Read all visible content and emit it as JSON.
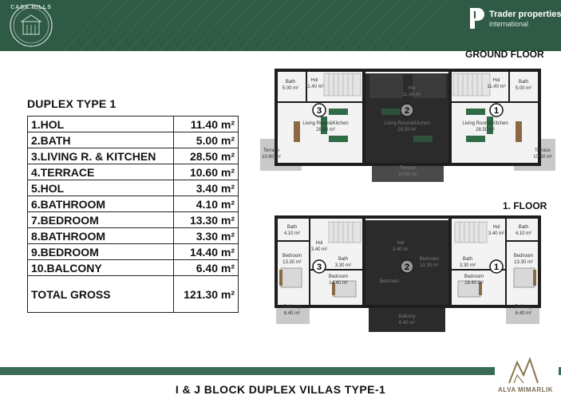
{
  "header": {
    "logo_text": "CASA HILLS",
    "brand_name": "Trader properties",
    "brand_sub": "international"
  },
  "duplex_title": "DUPLEX TYPE 1",
  "rooms": [
    {
      "name": "1.HOL",
      "area": "11.40 m²"
    },
    {
      "name": "2.BATH",
      "area": "5.00 m²"
    },
    {
      "name": "3.LIVING R. & KITCHEN",
      "area": "28.50 m²"
    },
    {
      "name": "4.TERRACE",
      "area": "10.60 m²"
    },
    {
      "name": "5.HOL",
      "area": "3.40 m²"
    },
    {
      "name": "6.BATHROOM",
      "area": "4.10 m²"
    },
    {
      "name": "7.BEDROOM",
      "area": "13.30 m²"
    },
    {
      "name": "8.BATHROOM",
      "area": "3.30 m²"
    },
    {
      "name": "9.BEDROOM",
      "area": "14.40 m²"
    },
    {
      "name": "10.BALCONY",
      "area": "6.40 m²"
    }
  ],
  "total": {
    "name": "TOTAL GROSS",
    "area": "121.30 m²"
  },
  "ground_floor": {
    "label": "GROUND FLOOR",
    "unit_numbers": [
      "3",
      "2",
      "1"
    ],
    "rooms": {
      "bath": "Bath",
      "bath_area": "5.00 m²",
      "hol": "Hol",
      "hol_area": "11.40 m²",
      "living": "Living Room&Kitchen",
      "living_area": "28.50 m²",
      "terrace": "Terrace",
      "terrace_area": "10.60 m²",
      "terrace_mid_area": "10.60 m²"
    }
  },
  "first_floor": {
    "label": "1. FLOOR",
    "unit_numbers": [
      "3",
      "2",
      "1"
    ],
    "rooms": {
      "bath": "Bath",
      "bath_area": "4.10 m²",
      "hol": "Hol",
      "hol_area": "3.40 m²",
      "bedroom": "Bedroom",
      "bedroom1_area": "13.30 m²",
      "bath2": "Bath",
      "bath2_area": "3.30 m²",
      "bedroom2_area": "14.40 m²",
      "balkony": "Balkony",
      "balkony_area": "6.40 m²",
      "balcony_mid_area": "6.40 m²"
    }
  },
  "footer": {
    "title": "I & J BLOCK DUPLEX VILLAS TYPE-1",
    "logo_name": "ALVA MIMARLIK"
  },
  "colors": {
    "header_green": "#2f5a46",
    "footer_green": "#3a6b55",
    "plan_dark": "#2b2b2b",
    "furniture_green": "#2f6b45"
  }
}
